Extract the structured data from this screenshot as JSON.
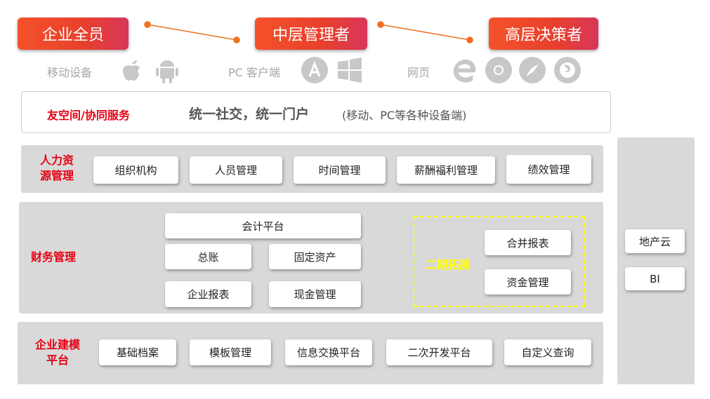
{
  "roles": [
    "企业全员",
    "中层管理者",
    "高层决策者"
  ],
  "devices": {
    "mobile": "移动设备",
    "pc": "PC 客户端",
    "web": "网页"
  },
  "collab": {
    "label": "友空间/协同服务",
    "title": "统一社交，统一门户",
    "note": "(移动、PC等各种设备端)"
  },
  "hr": {
    "label_1": "人力资",
    "label_2": "源管理",
    "items": [
      "组织机构",
      "人员管理",
      "时间管理",
      "薪酬福利管理",
      "绩效管理"
    ]
  },
  "finance": {
    "label": "财务管理",
    "items": [
      "会计平台",
      "总账",
      "固定资产",
      "企业报表",
      "现金管理"
    ],
    "phase2_label": "二期拓展",
    "phase2_items": [
      "合并报表",
      "资金管理"
    ]
  },
  "modeling": {
    "label_1": "企业建模",
    "label_2": "平台",
    "items": [
      "基础档案",
      "模板管理",
      "信息交换平台",
      "二次开发平台",
      "自定义查询"
    ]
  },
  "side": {
    "items": [
      "地产云",
      "BI"
    ]
  },
  "colors": {
    "accent": "#e60012",
    "connector": "#f07020",
    "phase2": "#ffff00",
    "panel": "#d9d9d9"
  }
}
